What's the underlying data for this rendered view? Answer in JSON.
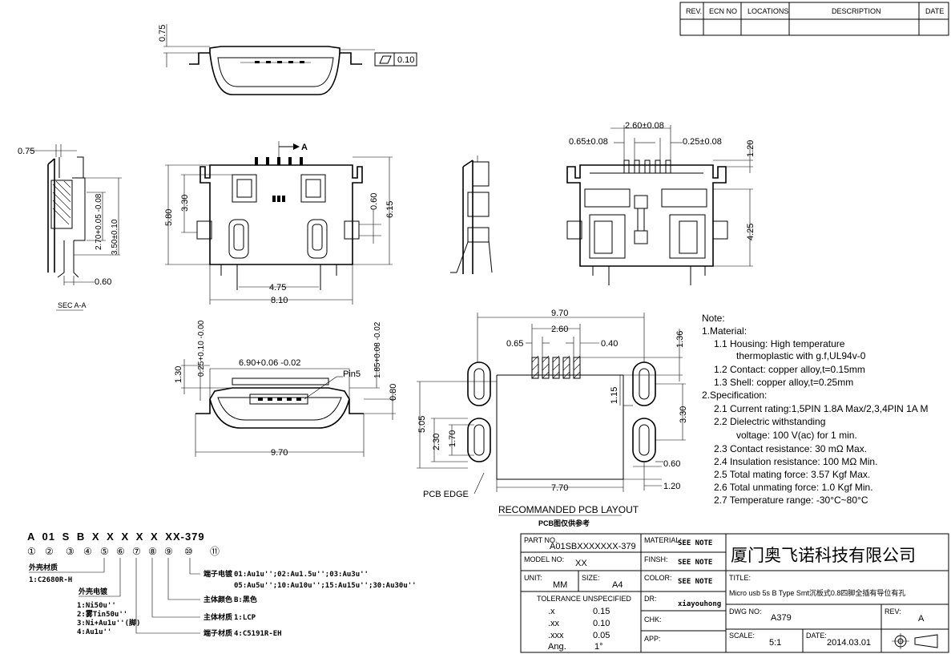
{
  "revision_block": {
    "headers": [
      "REV.",
      "ECN NO",
      "LOCATIONS",
      "DESCRIPTION",
      "DATE"
    ]
  },
  "top_view": {
    "dim_thickness": "0.75",
    "flatness": "0.10"
  },
  "section_view": {
    "title": "SEC A-A",
    "dim_top": "0.75",
    "dim_h1": "2.70+0.05 -0.08",
    "dim_h2": "3.50±0.10",
    "dim_bottom": "0.60"
  },
  "front_view": {
    "section_marker": "A",
    "dim_5_80": "5.80",
    "dim_3_30": "3.30",
    "dim_0_60": "0.60",
    "dim_6_15": "6.15",
    "dim_4_75": "4.75",
    "dim_8_10": "8.10"
  },
  "right_view": {
    "dim_pitch_total": "2.60±0.08",
    "dim_pitch": "0.65±0.08",
    "dim_pin_width": "0.25±0.08",
    "dim_1_20": "1.20",
    "dim_4_25": "4.25"
  },
  "mating_view": {
    "dim_1_30": "1.30",
    "dim_tongue": "0.25+0.10 -0.00",
    "dim_opening": "6.90+0.06 -0.02",
    "pin_label": "Pin5",
    "dim_1_85": "1.85+0.08 -0.02",
    "dim_0_80": "0.80",
    "dim_9_70": "9.70"
  },
  "pcb_layout": {
    "dim_9_70": "9.70",
    "dim_2_60": "2.60",
    "dim_0_65": "0.65",
    "dim_0_40": "0.40",
    "dim_1_36": "1.36",
    "dim_1_15": "1.15",
    "dim_3_30": "3.30",
    "dim_5_05": "5.05",
    "dim_2_30": "2.30",
    "dim_1_70": "1.70",
    "dim_0_60": "0.60",
    "dim_7_70": "7.70",
    "dim_1_20": "1.20",
    "edge_label": "PCB EDGE",
    "title": "RECOMMANDED PCB LAYOUT",
    "subtitle": "PCB图仅供参考"
  },
  "notes": {
    "heading": "Note:",
    "lines": [
      "1.Material:",
      "1.1  Housing: High temperature",
      "thermoplastic with g.f,UL94v-0",
      "1.2  Contact: copper alloy,t=0.15mm",
      "1.3  Shell: copper alloy,t=0.25mm",
      "2.Specification:",
      "2.1  Current rating:1,5PIN 1.8A Max/2,3,4PIN 1A M",
      "2.2  Dielectric withstanding",
      "voltage: 100 V(ac) for 1 min.",
      "2.3  Contact resistance: 30 mΩ Max.",
      "2.4  Insulation resistance: 100 MΩ Min.",
      "2.5  Total mating force: 3.57 Kgf Max.",
      "2.6  Total unmating force: 1.0 Kgf Min.",
      "2.7  Temperature range: -30°C~80°C"
    ]
  },
  "part_code": {
    "code": "A 01 S B X X X X X XX-379",
    "positions": [
      "①",
      "②",
      "③",
      "④",
      "⑤",
      "⑥",
      "⑦",
      "⑧",
      "⑨",
      "⑩",
      "⑪"
    ],
    "legend": [
      {
        "title": "外壳材质",
        "text": "1:C2680R-H"
      },
      {
        "title": "外壳电镀",
        "text": "1:Ni50u''\n2:雾Tin50u''\n3:Ni+Au1u''(脚)\n4:Au1u''"
      },
      {
        "title": "端子电镀",
        "text": "01:Au1u'';02:Au1.5u'';03:Au3u''\n05:Au5u'';10:Au10u'';15:Au15u'';30:Au30u''"
      },
      {
        "title": "主体颜色",
        "text": "B:黑色"
      },
      {
        "title": "主体材质",
        "text": "1:LCP"
      },
      {
        "title": "端子材质",
        "text": "4:C5191R-EH"
      }
    ]
  },
  "title_block": {
    "part_no_label": "PART NO.",
    "part_no": "A01SBXXXXXXX-379",
    "material_label": "MATERIAL:",
    "material": "SEE NOTE",
    "model_label": "MODEL NO:",
    "model": "XX",
    "finish_label": "FINSH:",
    "finish": "SEE NOTE",
    "unit_label": "UNIT:",
    "unit": "MM",
    "size_label": "SIZE:",
    "size": "A4",
    "color_label": "COLOR:",
    "color": "SEE NOTE",
    "tolerance_label": "TOLERANCE UNSPECIFIED",
    "tolerances": [
      {
        "k": ".x",
        "v": "0.15"
      },
      {
        "k": ".xx",
        "v": "0.10"
      },
      {
        "k": ".xxx",
        "v": "0.05"
      },
      {
        "k": "Ang.",
        "v": "1°"
      }
    ],
    "dr_label": "DR:",
    "dr": "xiayouhong",
    "chk_label": "CHK:",
    "app_label": "APP:",
    "company": "厦门奥飞诺科技有限公司",
    "title_label": "TITLE:",
    "title": "Micro usb 5s B Type Smt沉板式0.8四脚全插有导位有孔",
    "dwg_label": "DWG NO:",
    "dwg": "A379",
    "rev_label": "REV:",
    "rev": "A",
    "scale_label": "SCALE:",
    "scale": "5:1",
    "date_label": "DATE:",
    "date": "2014.03.01"
  }
}
